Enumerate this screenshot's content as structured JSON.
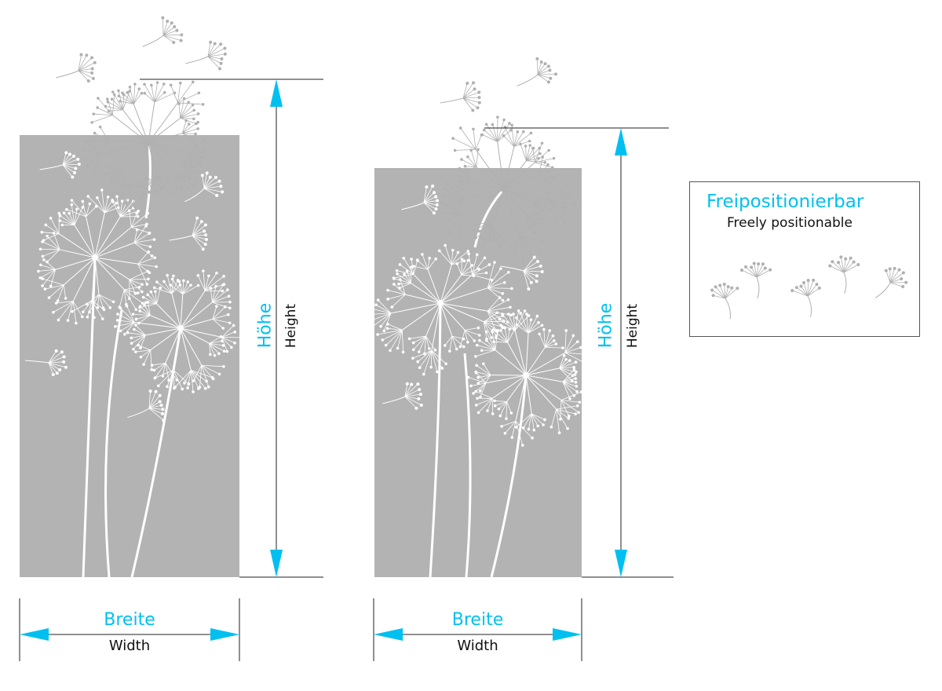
{
  "variants": [
    {
      "height_de": "Höhe",
      "height_en": "Height",
      "width_de": "Breite",
      "width_en": "Width"
    },
    {
      "height_de": "Höhe",
      "height_en": "Height",
      "width_de": "Breite",
      "width_en": "Width"
    }
  ],
  "legend": {
    "title_de": "Freipositionierbar",
    "title_en": "Freely positionable"
  },
  "colors": {
    "panel": "#b3b3b3",
    "accent": "#00c0f0",
    "seed": "#b0b0b0",
    "line": "#222222"
  }
}
